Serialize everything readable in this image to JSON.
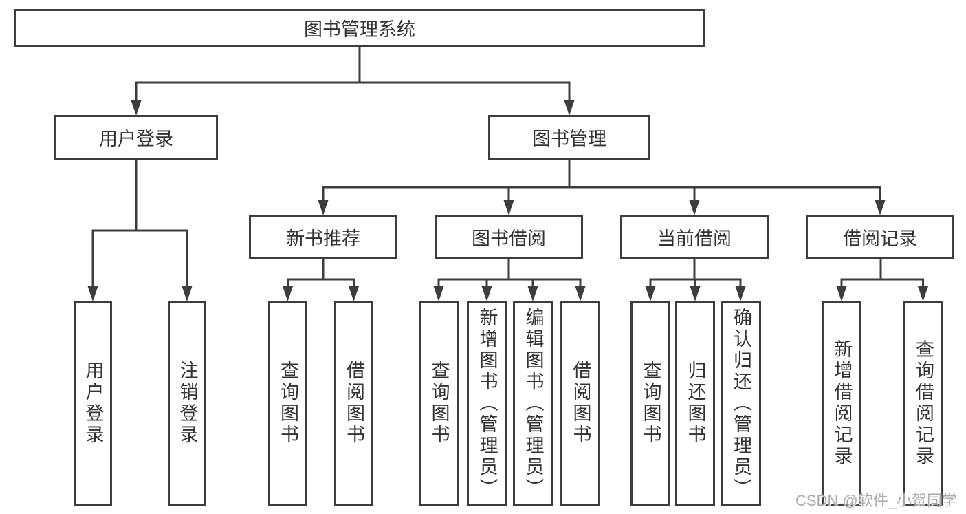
{
  "tree": {
    "root": "图书管理系统",
    "branches": [
      {
        "label": "用户登录",
        "children": [
          "用户登录",
          "注销登录"
        ]
      },
      {
        "label": "图书管理",
        "groups": [
          {
            "label": "新书推荐",
            "children": [
              "查询图书",
              "借阅图书"
            ]
          },
          {
            "label": "图书借阅",
            "children": [
              "查询图书",
              "新增图书（管理员）",
              "编辑图书（管理员）",
              "借阅图书"
            ]
          },
          {
            "label": "当前借阅",
            "children": [
              "查询图书",
              "归还图书",
              "确认归还（管理员）"
            ]
          },
          {
            "label": "借阅记录",
            "children": [
              "新增借阅记录",
              "查询借阅记录"
            ]
          }
        ]
      }
    ]
  },
  "watermark": {
    "text": "CSDN @软件_小贺同学"
  },
  "colors": {
    "line": "#3d3d3d",
    "text": "#333333",
    "watermark": "#a4a4a4",
    "background": "#ffffff"
  }
}
